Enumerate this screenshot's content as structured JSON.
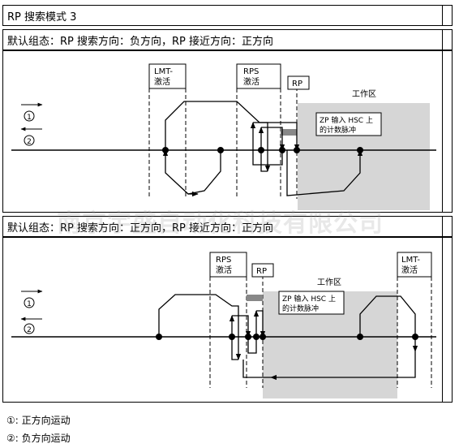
{
  "header": {
    "title": "RP 搜索模式 3"
  },
  "section1": {
    "caption": "默认组态：RP 搜索方向：负方向，RP 接近方向：正方向",
    "labels": {
      "lmt_line1": "LMT-",
      "lmt_line2": "激活",
      "rps_line1": "RPS",
      "rps_line2": "激活",
      "rp": "RP",
      "work_zone": "工作区",
      "zp_line1": "ZP 输入 HSC 上",
      "zp_line2": "的计数脉冲"
    }
  },
  "section2": {
    "caption": "默认组态：RP 搜索方向：正方向，RP 接近方向：正方向",
    "labels": {
      "rps_line1": "RPS",
      "rps_line2": "激活",
      "rp": "RP",
      "lmt_line1": "LMT-",
      "lmt_line2": "激活",
      "work_zone": "工作区",
      "zp_line1": "ZP 输入 HSC 上",
      "zp_line2": "的计数脉冲"
    }
  },
  "markers": {
    "one": "1",
    "two": "2"
  },
  "watermark": "南京宇盛自动化科技有限公司",
  "legend": {
    "item1": "①: 正方向运动",
    "item2": "②: 负方向运动"
  }
}
